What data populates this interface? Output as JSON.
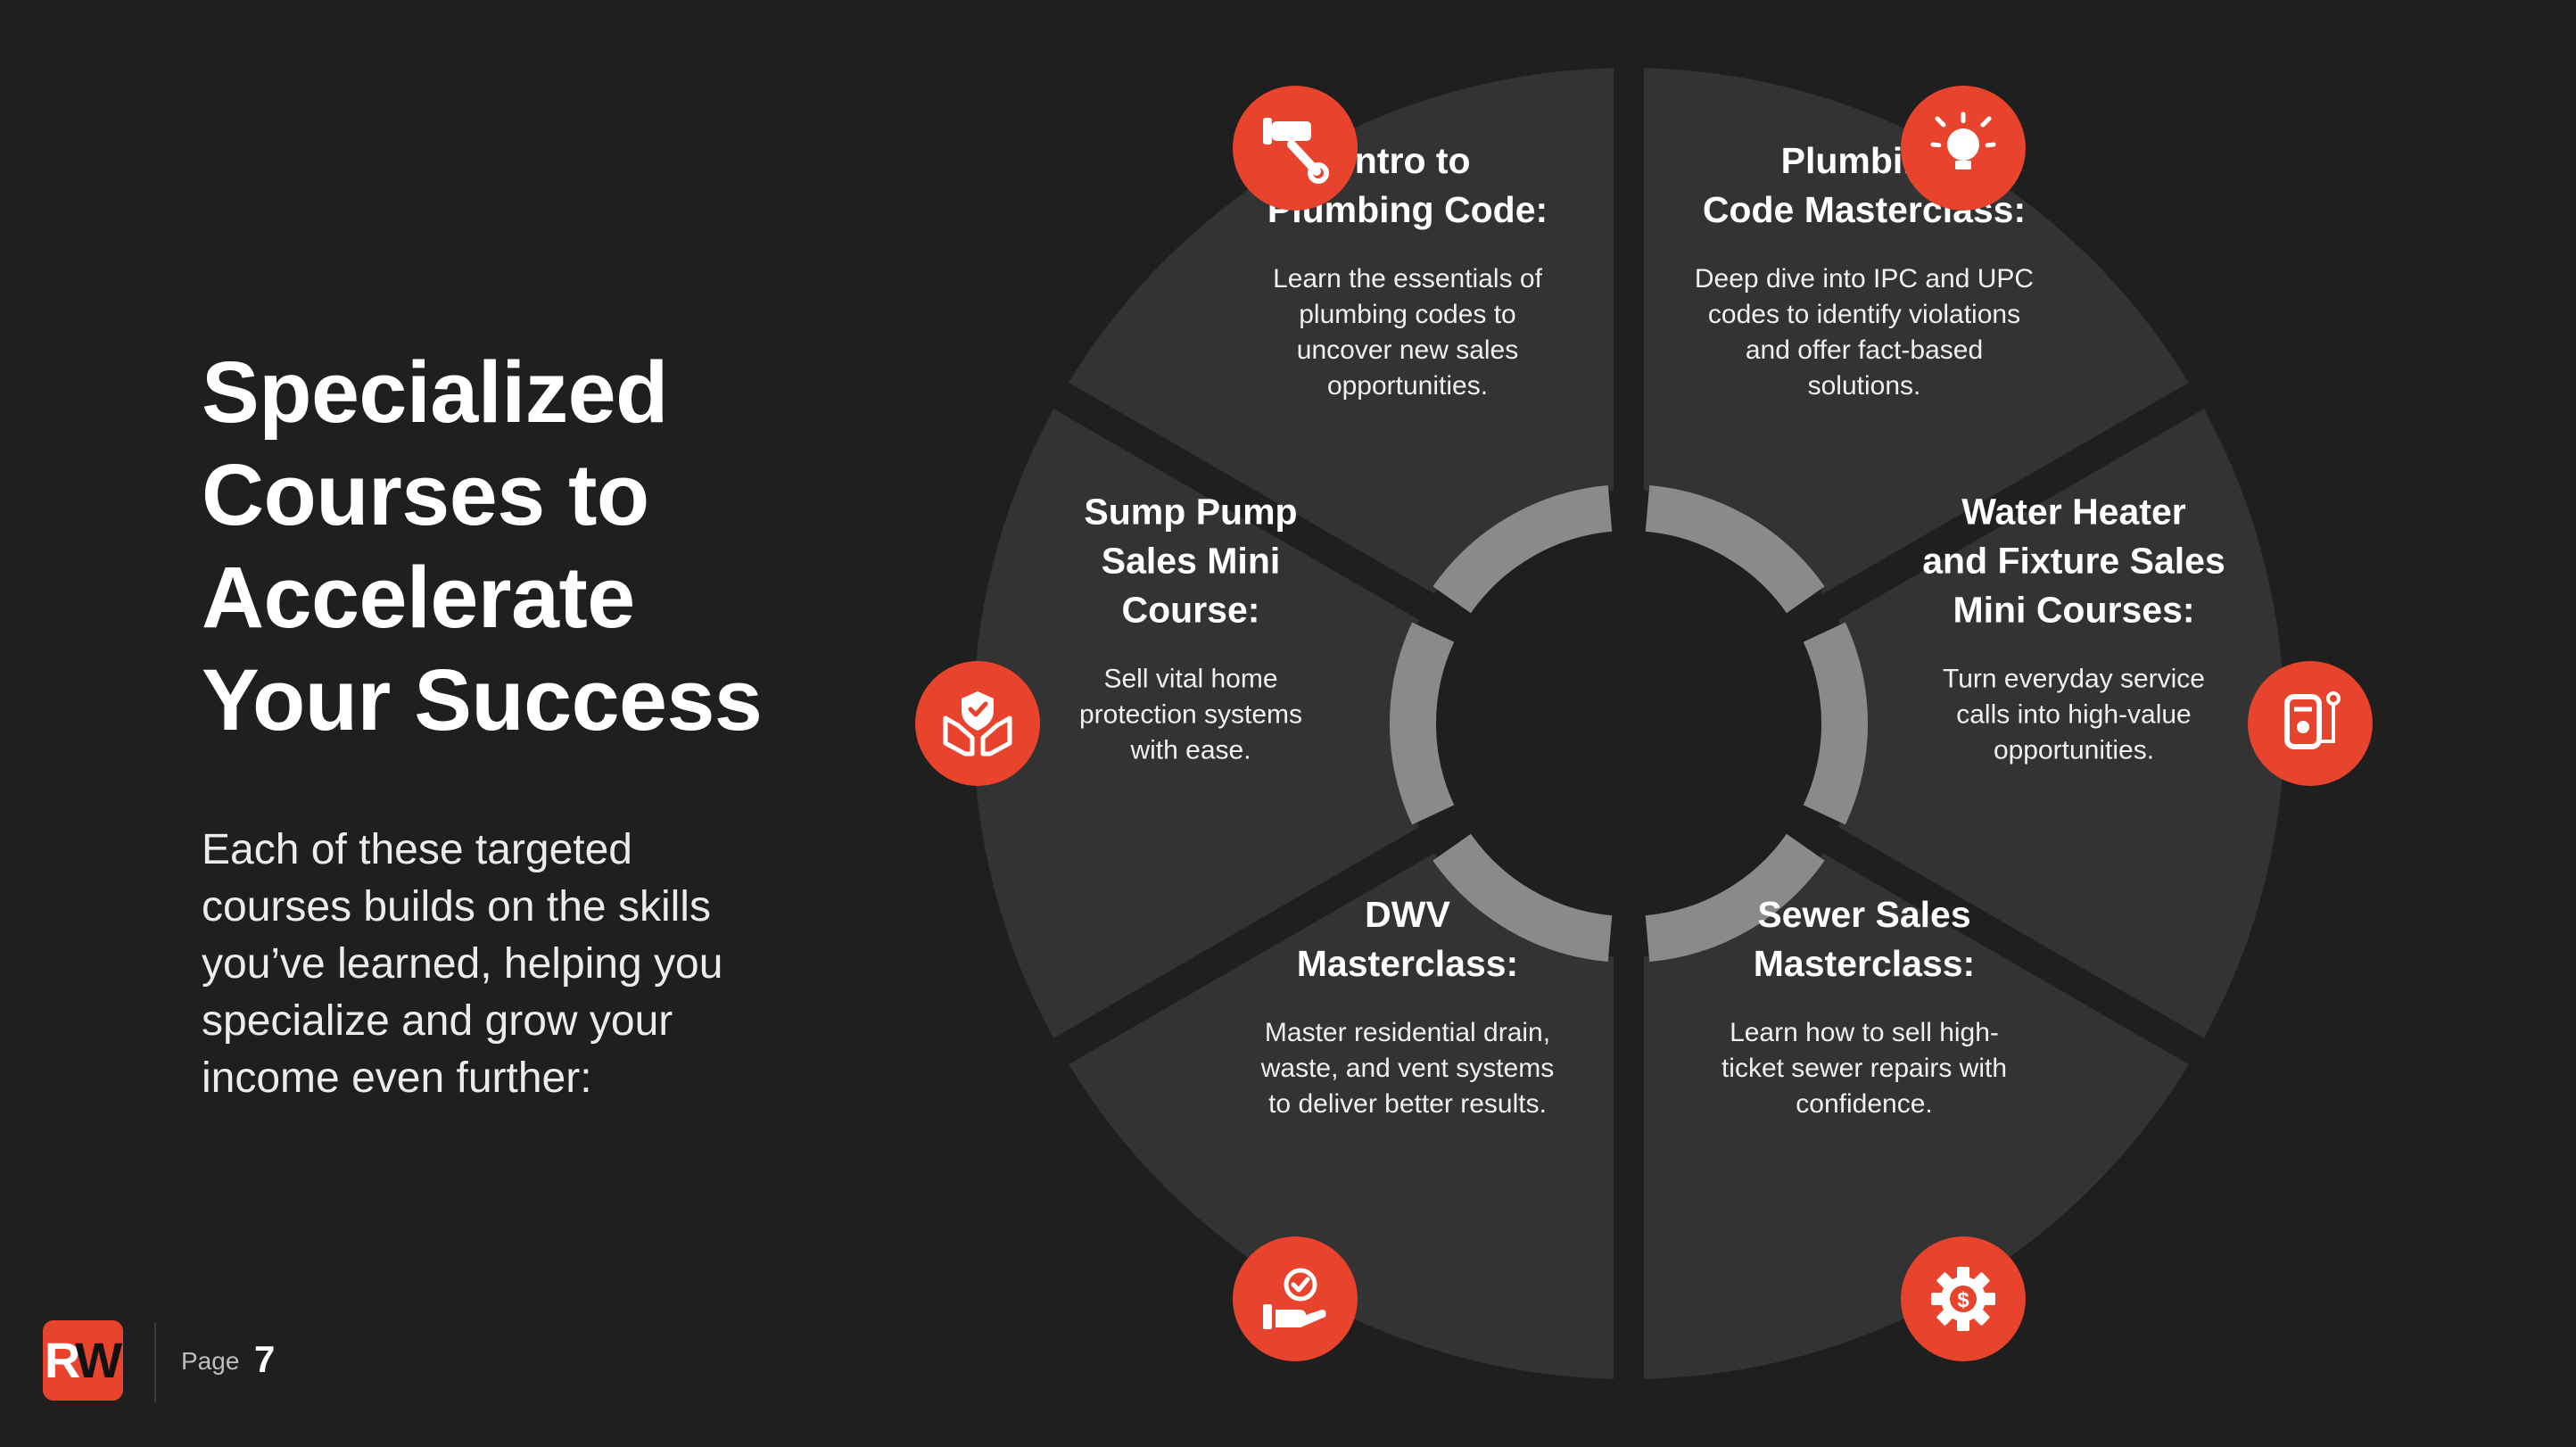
{
  "slide": {
    "title_lines": [
      "Specialized",
      "Courses to",
      "Accelerate",
      "Your Success"
    ],
    "intro_lines": [
      "Each of these targeted",
      "courses builds on the skills",
      "you’ve learned, helping you",
      "specialize and grow your",
      "income even further:"
    ]
  },
  "courses": [
    {
      "heading_lines": [
        "Intro to",
        "Plumbing Code:"
      ],
      "body_lines": [
        "Learn the essentials of",
        "plumbing codes to",
        "uncover new sales",
        "opportunities."
      ],
      "icon": "wrench-pipe-icon"
    },
    {
      "heading_lines": [
        "Plumbing",
        "Code Masterclass:"
      ],
      "body_lines": [
        "Deep dive into IPC and UPC",
        "codes to identify violations",
        "and offer fact-based",
        "solutions."
      ],
      "icon": "lightbulb-icon"
    },
    {
      "heading_lines": [
        "Water Heater",
        "and Fixture Sales",
        "Mini Courses:"
      ],
      "body_lines": [
        "Turn everyday service",
        "calls into high-value",
        "opportunities."
      ],
      "icon": "water-heater-icon"
    },
    {
      "heading_lines": [
        "Sewer Sales",
        "Masterclass:"
      ],
      "body_lines": [
        "Learn how to sell high-",
        "ticket sewer repairs with",
        "confidence."
      ],
      "icon": "gear-dollar-icon"
    },
    {
      "heading_lines": [
        "DWV",
        "Masterclass:"
      ],
      "body_lines": [
        "Master residential drain,",
        "waste, and vent systems",
        "to deliver better results."
      ],
      "icon": "hand-checkmark-icon"
    },
    {
      "heading_lines": [
        "Sump Pump",
        "Sales Mini",
        "Course:"
      ],
      "body_lines": [
        "Sell vital home",
        "protection systems",
        "with ease."
      ],
      "icon": "hands-shield-icon"
    }
  ],
  "colors": {
    "background": "#1f1f1f",
    "segment": "#333333",
    "accent": "#e8432d",
    "ring": "#8a8a8a"
  },
  "footer": {
    "logo_letter_1": "R",
    "logo_letter_2": "W",
    "page_label": "Page",
    "page_number": "7"
  }
}
